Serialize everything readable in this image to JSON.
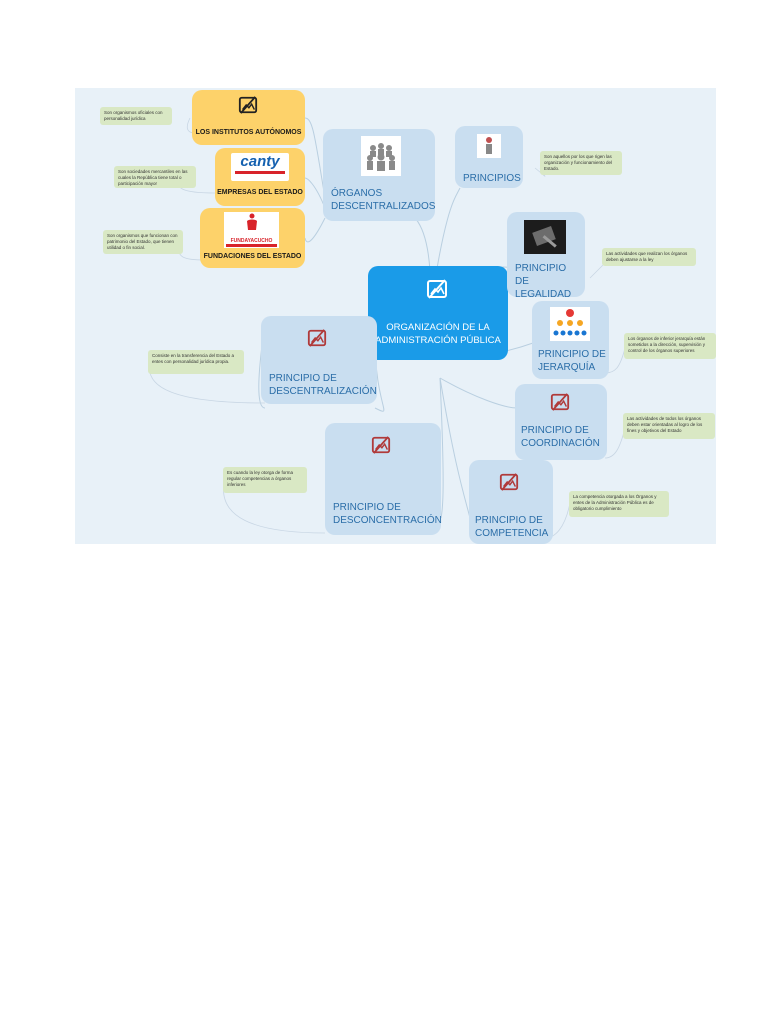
{
  "center": {
    "label": "ORGANIZACIÓN DE LA ADMINISTRACIÓN PÚBLICA",
    "icon": "image-placeholder-icon"
  },
  "organos": {
    "label": "ÓRGANOS DESCENTRALIZADOS"
  },
  "institutos": {
    "label": "LOS INSTITUTOS AUTÓNOMOS",
    "note": "Son organismos oficiales con personalidad jurídica"
  },
  "empresas": {
    "label": "EMPRESAS DEL ESTADO",
    "logo_text": "canty",
    "note": "Son sociedades mercantiles en las cuales la República tiene total o participación mayor"
  },
  "fundaciones": {
    "label": "FUNDACIONES DEL ESTADO",
    "logo_text": "FUNDAYACUCHO",
    "note": "Son organismos que funcionan con patrimonio del Estado, que tienen utilidad o fin social."
  },
  "principios": {
    "label": "PRINCIPIOS",
    "note": "Son aquellos por los que rigen las organización y funcionamiento del Estado."
  },
  "legalidad": {
    "label": "PRINCIPIO DE LEGALIDAD",
    "note": "Las actividades que realizan los órganos deben ajustarse a la ley"
  },
  "jerarquia": {
    "label": "PRINCIPIO DE JERARQUÍA",
    "note": "Los órganos de inferior jerarquía están sometidos a la dirección, supervisión y control de los órganos superiores"
  },
  "coordinacion": {
    "label": "PRINCIPIO DE COORDINACIÓN",
    "note": "Las actividades de todos los órganos deben estar orientadas al logro de los fines y objetivos del Estado"
  },
  "competencia": {
    "label": "PRINCIPIO DE COMPETENCIA",
    "note": "La competencia otorgada a los Órganos y entes de la Administración Pública es de obligatorio cumplimiento"
  },
  "descentralizacion": {
    "label": "PRINCIPIO DE DESCENTRALIZACIÓN",
    "note": "Consiste en la transferencia del Estado a entes con personalidad jurídica propia."
  },
  "desconcentracion": {
    "label": "PRINCIPIO DE DESCONCENTRACIÓN",
    "note": "Es cuando la ley otorga de forma regular competencias a órganos inferiores"
  },
  "colors": {
    "canvas": "#e8f1f8",
    "node": "#c9def0",
    "center": "#1a9be8",
    "yellow": "#fdd26a",
    "note": "#d9e8c4",
    "text": "#2b6ea8"
  }
}
